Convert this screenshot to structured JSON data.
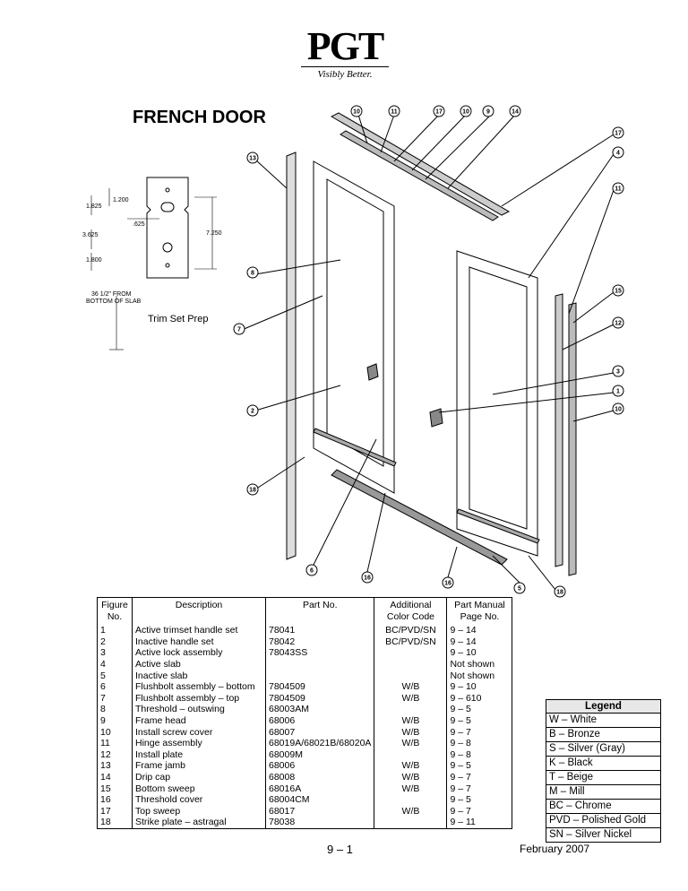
{
  "logo": {
    "brand": "PGT",
    "tagline": "Visibly Better."
  },
  "title": "FRENCH DOOR",
  "trim_prep": {
    "label": "Trim Set Prep",
    "dims": [
      "1.200",
      "1.825",
      ".625",
      "3.625",
      "7.250",
      "1.800"
    ],
    "note_line1": "36 1/2\" FROM",
    "note_line2": "BOTTOM OF SLAB"
  },
  "callouts": [
    "10",
    "11",
    "17",
    "10",
    "9",
    "14",
    "17",
    "4",
    "11",
    "13",
    "8",
    "7",
    "2",
    "18",
    "6",
    "16",
    "16",
    "5",
    "15",
    "12",
    "3",
    "1",
    "10",
    "18"
  ],
  "table": {
    "headers": {
      "fig1": "Figure",
      "fig2": "No.",
      "desc": "Description",
      "part": "Part No.",
      "color1": "Additional",
      "color2": "Color Code",
      "page1": "Part Manual",
      "page2": "Page No."
    },
    "rows": [
      {
        "fig": "1",
        "desc": "Active trimset handle set",
        "part": "78041",
        "color": "BC/PVD/SN",
        "page": "9 – 14"
      },
      {
        "fig": "2",
        "desc": "Inactive handle set",
        "part": "78042",
        "color": "BC/PVD/SN",
        "page": "9 – 14"
      },
      {
        "fig": "3",
        "desc": "Active lock assembly",
        "part": "78043SS",
        "color": "",
        "page": "9 – 10"
      },
      {
        "fig": "4",
        "desc": "Active slab",
        "part": "",
        "color": "",
        "page": "Not shown"
      },
      {
        "fig": "5",
        "desc": "Inactive slab",
        "part": "",
        "color": "",
        "page": "Not shown"
      },
      {
        "fig": "6",
        "desc": "Flushbolt assembly – bottom",
        "part": "7804509",
        "color": "W/B",
        "page": "9 – 10"
      },
      {
        "fig": "7",
        "desc": "Flushbolt assembly – top",
        "part": "7804509",
        "color": "W/B",
        "page": "9 – 610"
      },
      {
        "fig": "8",
        "desc": "Threshold – outswing",
        "part": "68003AM",
        "color": "",
        "page": "9 – 5"
      },
      {
        "fig": "9",
        "desc": "Frame head",
        "part": "68006",
        "color": "W/B",
        "page": "9 – 5"
      },
      {
        "fig": "10",
        "desc": "Install screw cover",
        "part": "68007",
        "color": "W/B",
        "page": "9 – 7"
      },
      {
        "fig": "11",
        "desc": "Hinge assembly",
        "part": "68019A/68021B/68020A",
        "color": "W/B",
        "page": "9 – 8"
      },
      {
        "fig": "12",
        "desc": "Install plate",
        "part": "68009M",
        "color": "",
        "page": "9 – 8"
      },
      {
        "fig": "13",
        "desc": "Frame jamb",
        "part": "68006",
        "color": "W/B",
        "page": "9 – 5"
      },
      {
        "fig": "14",
        "desc": "Drip cap",
        "part": "68008",
        "color": "W/B",
        "page": "9 – 7"
      },
      {
        "fig": "15",
        "desc": "Bottom sweep",
        "part": "68016A",
        "color": "W/B",
        "page": "9 – 7"
      },
      {
        "fig": "16",
        "desc": "Threshold cover",
        "part": "68004CM",
        "color": "",
        "page": "9 – 5"
      },
      {
        "fig": "17",
        "desc": "Top sweep",
        "part": "68017",
        "color": "W/B",
        "page": "9 – 7"
      },
      {
        "fig": "18",
        "desc": "Strike plate – astragal",
        "part": "78038",
        "color": "",
        "page": "9 – 11"
      }
    ]
  },
  "legend": {
    "title": "Legend",
    "items": [
      "W – White",
      "B – Bronze",
      "S – Silver (Gray)",
      "K – Black",
      "T – Beige",
      "M – Mill",
      "BC – Chrome",
      "PVD – Polished Gold",
      "SN – Silver Nickel"
    ]
  },
  "footer": {
    "page": "9 – 1",
    "date": "February 2007"
  }
}
